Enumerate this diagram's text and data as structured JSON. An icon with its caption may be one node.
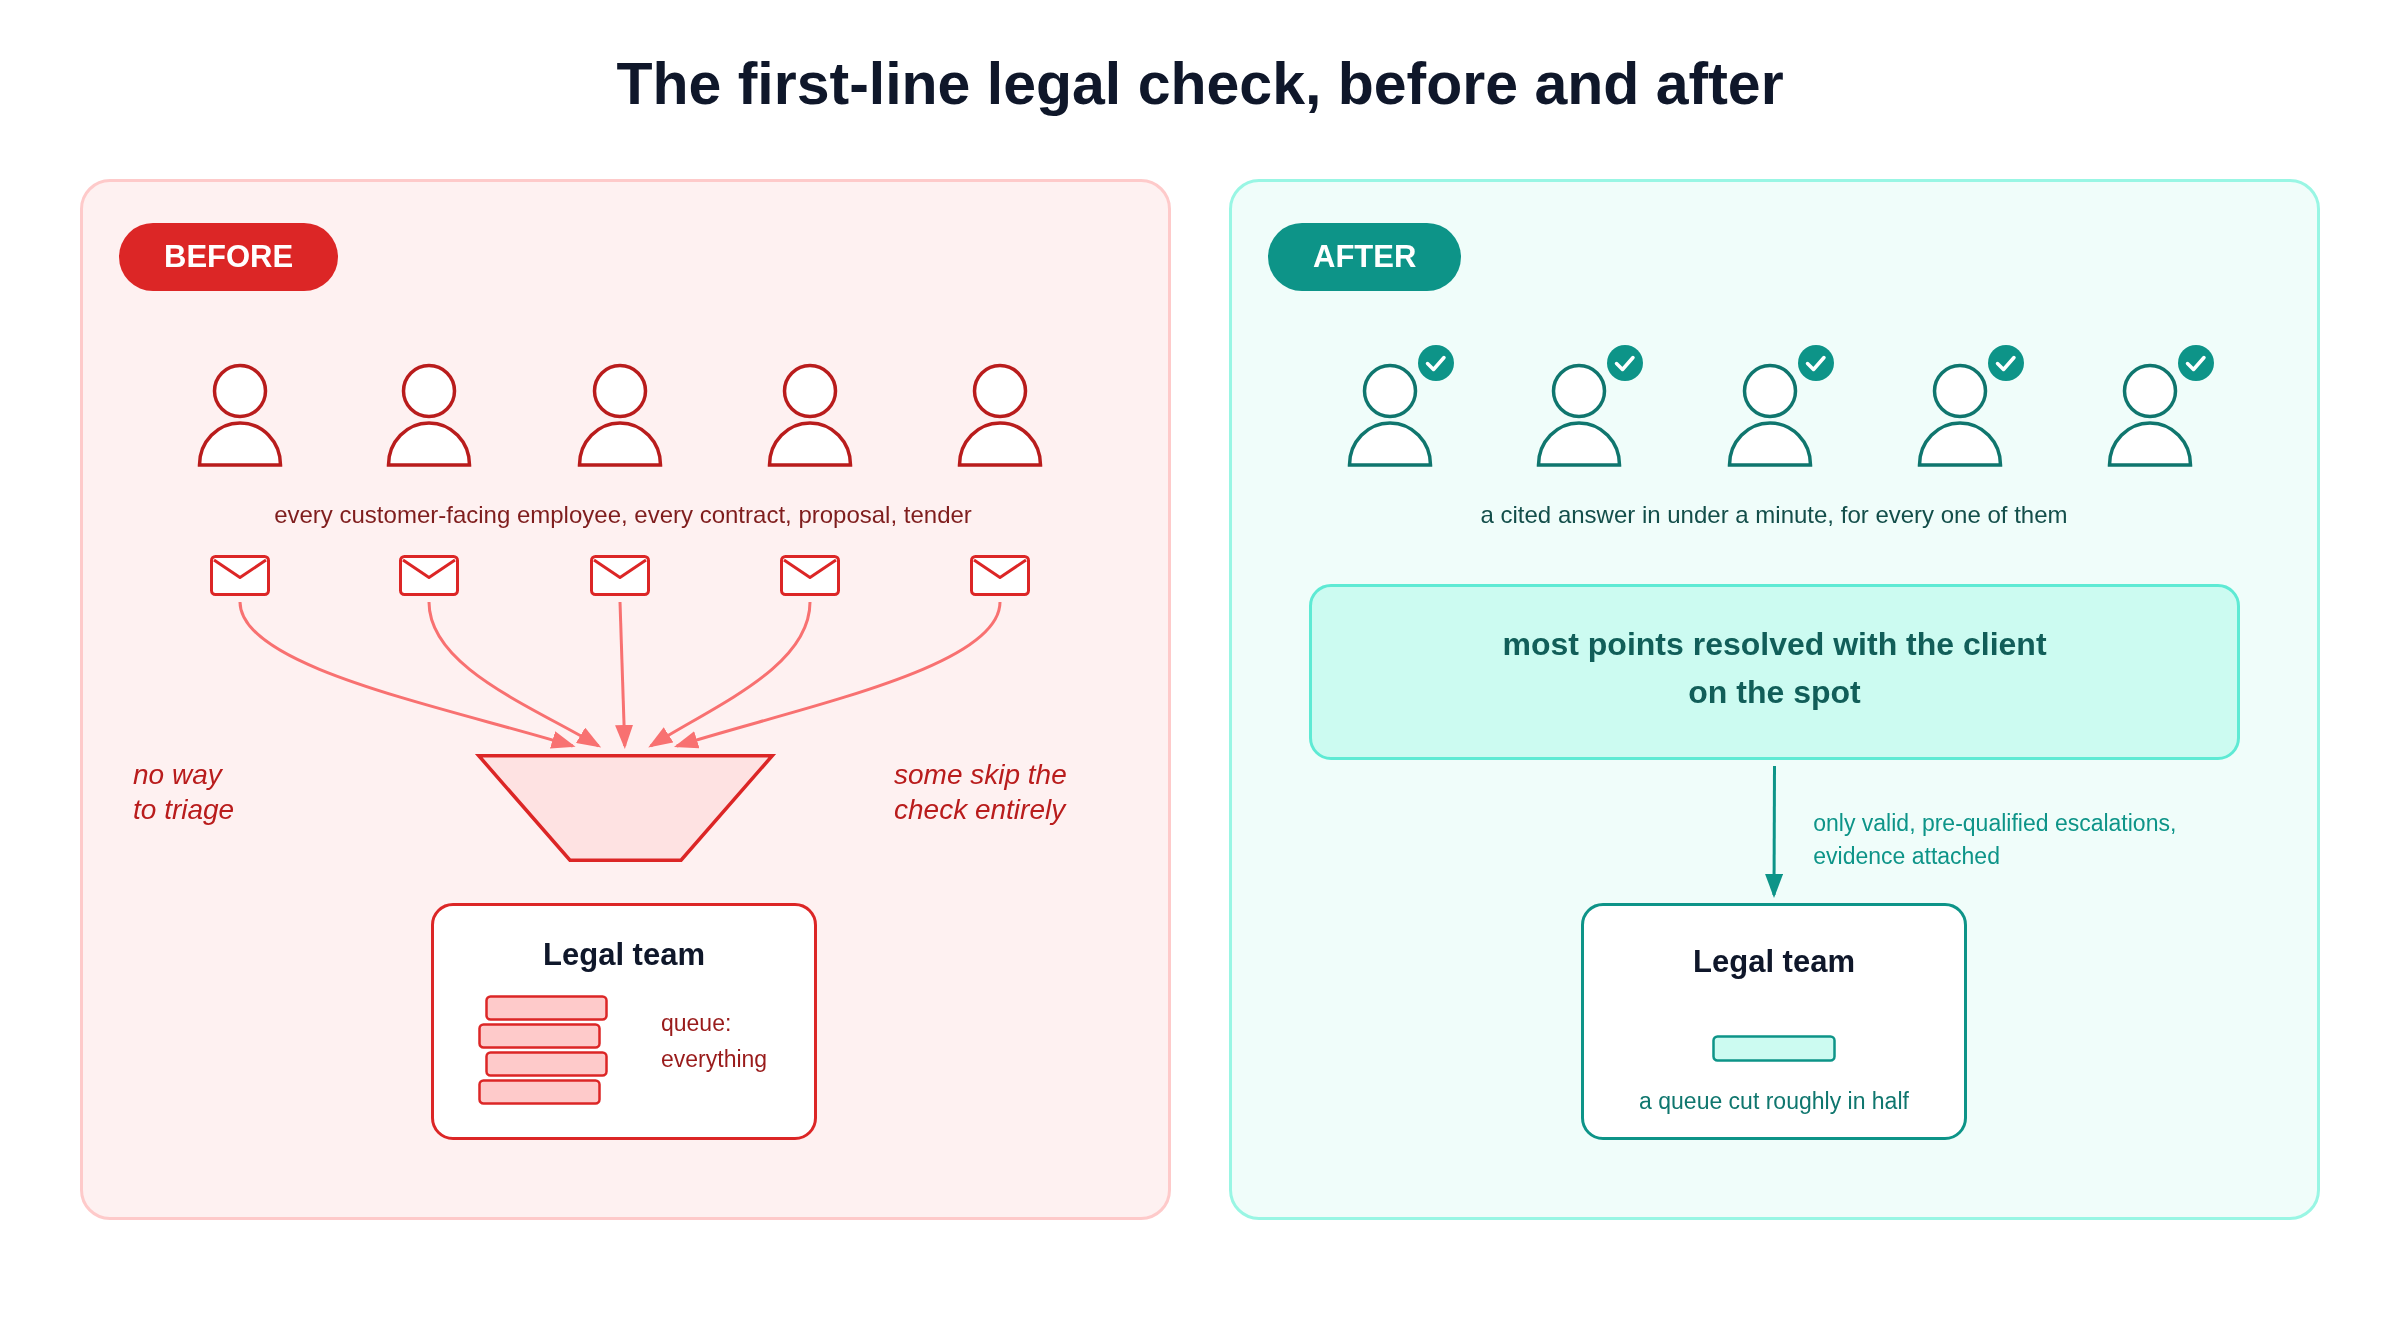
{
  "diagram": {
    "title": "The first-line legal check, before and after",
    "nodes": [
      {
        "text": [
          "BEFORE"
        ]
      },
      {
        "text": [],
        "shape": "envelope",
        "in": 0
      },
      {
        "text": [],
        "shape": "envelope",
        "in": 0
      },
      {
        "text": [],
        "shape": "envelope",
        "in": 0
      },
      {
        "text": [],
        "shape": "envelope",
        "in": 0
      },
      {
        "text": [],
        "shape": "envelope",
        "in": 0
      },
      {
        "text": [],
        "shape": "trapezoid",
        "in": 0
      },
      {
        "text": [
          "Legal team",
          "queue: everything"
        ],
        "in": 0
      },
      {
        "text": [
          "AFTER"
        ]
      },
      {
        "text": [
          "most points resolved with the client on the spot"
        ],
        "in": 8
      },
      {
        "text": [
          "Legal team",
          "a queue cut roughly in half"
        ],
        "in": 8
      }
    ],
    "edges": [
      {
        "from": 1,
        "to": 6,
        "arrow": "to"
      },
      {
        "from": 2,
        "to": 6,
        "arrow": "to"
      },
      {
        "from": 3,
        "to": 6,
        "arrow": "to"
      },
      {
        "from": 4,
        "to": 6,
        "arrow": "to"
      },
      {
        "from": 5,
        "to": 6,
        "arrow": "to"
      },
      {
        "from": 9,
        "to": 10,
        "arrow": "to",
        "label": "only valid, pre-qualified escalations, evidence attached",
        "color": "#0d9488"
      }
    ],
    "labels": [
      "every customer-facing employee, every contract, proposal, tender",
      "no way to triage",
      "some skip the check entirely",
      "a cited answer in under a minute, for every one of them"
    ]
  }
}
